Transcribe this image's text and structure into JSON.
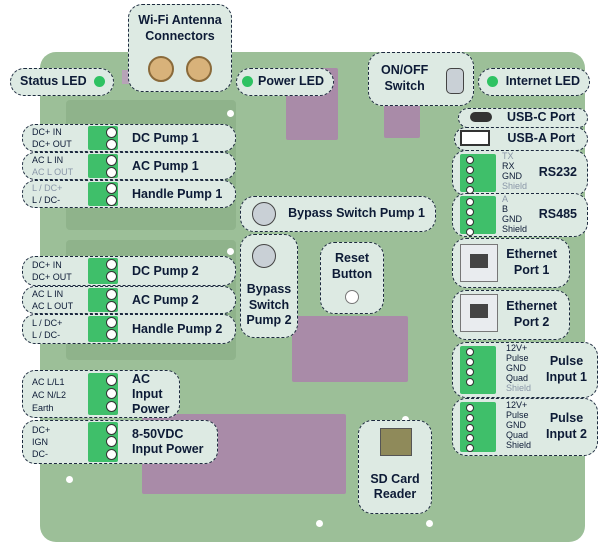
{
  "labels": {
    "wifi": "Wi-Fi Antenna\nConnectors",
    "status_led": "Status LED",
    "power_led": "Power LED",
    "onoff": "ON/OFF\nSwitch",
    "internet_led": "Internet LED",
    "usbc": "USB-C Port",
    "usba": "USB-A Port",
    "rs232": "RS232",
    "rs485": "RS485",
    "eth1": "Ethernet\nPort 1",
    "eth2": "Ethernet\nPort 2",
    "pulse1": "Pulse\nInput 1",
    "pulse2": "Pulse\nInput 2",
    "bypass1": "Bypass Switch Pump 1",
    "bypass2": "Bypass\nSwitch\nPump 2",
    "reset": "Reset\nButton",
    "sdcard": "SD Card\nReader",
    "dc_pump1": "DC Pump 1",
    "ac_pump1": "AC Pump 1",
    "handle_pump1": "Handle Pump 1",
    "dc_pump2": "DC Pump 2",
    "ac_pump2": "AC Pump 2",
    "handle_pump2": "Handle Pump 2",
    "ac_input": "AC\nInput\nPower",
    "dc_input": "8-50VDC\nInput Power"
  },
  "pins": {
    "dc_pump1": [
      "DC+ IN",
      "DC+ OUT"
    ],
    "ac_pump1": [
      "AC L IN",
      "AC L OUT"
    ],
    "handle_pump1": [
      "L / DC+",
      "L / DC-"
    ],
    "dc_pump2": [
      "DC+ IN",
      "DC+ OUT"
    ],
    "ac_pump2": [
      "AC L IN",
      "AC L OUT"
    ],
    "handle_pump2": [
      "L / DC+",
      "L / DC-"
    ],
    "ac_input": [
      "AC L/L1",
      "AC N/L2",
      "Earth"
    ],
    "dc_input": [
      "DC+",
      "IGN",
      "DC-"
    ],
    "rs232": [
      "TX",
      "RX",
      "GND",
      "Shield"
    ],
    "rs485": [
      "A",
      "B",
      "GND",
      "Shield"
    ],
    "pulse1": [
      "12V+",
      "Pulse",
      "GND",
      "Quad",
      "Shield"
    ],
    "pulse2": [
      "12V+",
      "Pulse",
      "GND",
      "Quad",
      "Shield"
    ]
  },
  "colors": {
    "board": "#9cbf98",
    "label_fill": "#ddeae3",
    "terminal": "#3fbf6a",
    "led": "#2ec262",
    "text": "#0d1b36"
  }
}
